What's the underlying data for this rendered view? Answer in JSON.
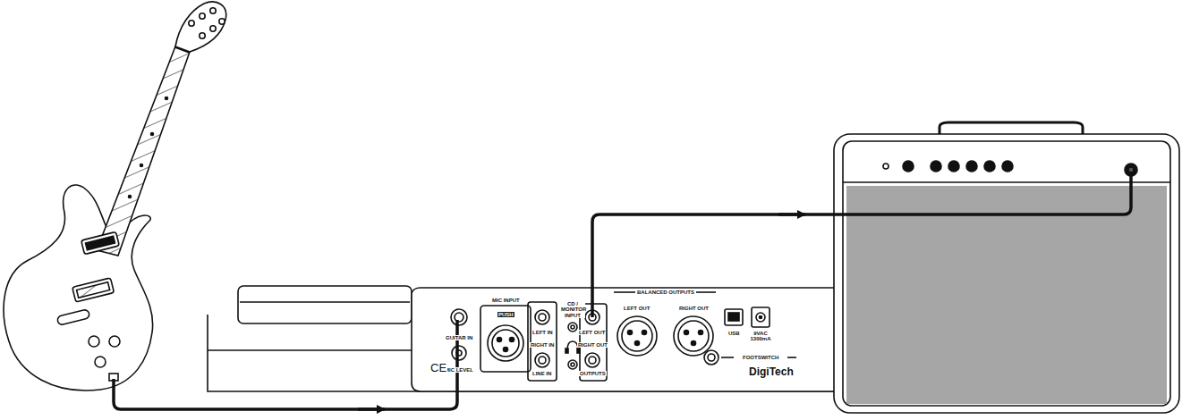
{
  "diagram": {
    "labels": [
      "GUITAR IN",
      "MIC LEVEL",
      "MIC INPUT",
      "PUSH",
      "LEFT IN",
      "RIGHT IN",
      "LINE IN",
      "CD / MONITOR INPUT",
      "LEFT OUT",
      "RIGHT OUT",
      "OUTPUTS",
      "BALANCED OUTPUTS",
      "LEFT OUT",
      "RIGHT OUT",
      "USB",
      "9VAC 1300mA",
      "FOOTSWITCH",
      "DigiTech",
      "CE"
    ]
  }
}
